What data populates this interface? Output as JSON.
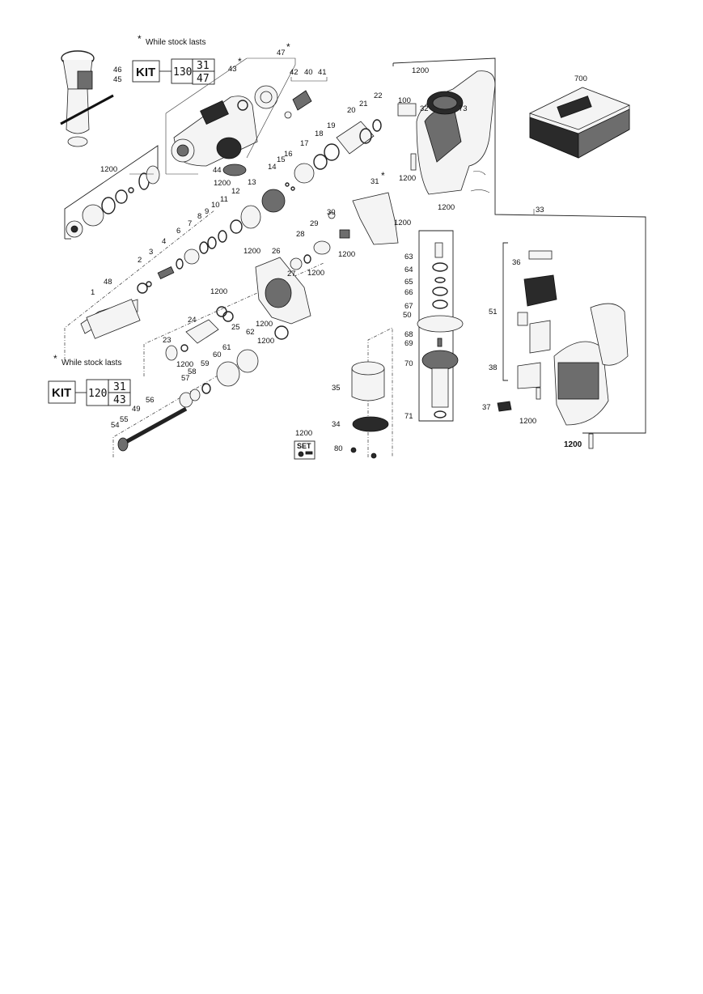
{
  "notes": {
    "top_note": "While stock lasts",
    "left_note": "While stock lasts",
    "star": "*"
  },
  "kits": [
    {
      "word": "KIT",
      "main": "130",
      "top": "31",
      "bottom": "47"
    },
    {
      "word": "KIT",
      "main": "120",
      "top": "31",
      "bottom": "43"
    }
  ],
  "set_badge": {
    "number": "1200",
    "word": "SET"
  },
  "labels": {
    "l1": "1",
    "l2": "2",
    "l3": "3",
    "l4": "4",
    "l6": "6",
    "l7": "7",
    "l8": "8",
    "l9": "9",
    "l10": "10",
    "l11": "11",
    "l12": "12",
    "l13": "13",
    "l14": "14",
    "l15": "15",
    "l16": "16",
    "l17": "17",
    "l18": "18",
    "l19": "19",
    "l20": "20",
    "l21": "21",
    "l22": "22",
    "l23": "23",
    "l24": "24",
    "l25": "25",
    "l26": "26",
    "l27": "27",
    "l28": "28",
    "l29": "29",
    "l30": "30",
    "l31": "31",
    "l32": "32",
    "l33": "33",
    "l34": "34",
    "l35": "35",
    "l36": "36",
    "l37": "37",
    "l38": "38",
    "l40": "40",
    "l41": "41",
    "l42": "42",
    "l43": "43",
    "l44": "44",
    "l45": "45",
    "l46": "46",
    "l47": "47",
    "l48": "48",
    "l49": "49",
    "l50": "50",
    "l51": "51",
    "l54": "54",
    "l55": "55",
    "l56": "56",
    "l57": "57",
    "l58": "58",
    "l59": "59",
    "l60": "60",
    "l61": "61",
    "l62": "62",
    "l63": "63",
    "l64": "64",
    "l65": "65",
    "l66": "66",
    "l67": "67",
    "l68": "68",
    "l69": "69",
    "l70": "70",
    "l71": "71",
    "l73": "73",
    "l80": "80",
    "l100": "100",
    "l700": "700",
    "s1200": "1200"
  },
  "bold_labels": {
    "b1200": "1200"
  }
}
